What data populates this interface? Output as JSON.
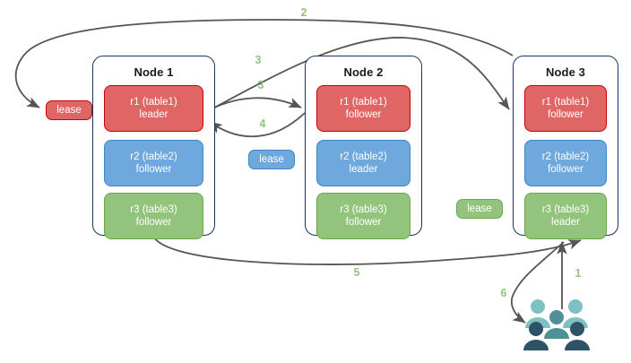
{
  "diagram": {
    "title": "Distributed database lease / replica routing diagram",
    "colors": {
      "replica_red": "#e06666",
      "replica_red_border": "#cc0000",
      "replica_blue": "#6fa8dc",
      "replica_blue_border": "#3d85c6",
      "replica_green": "#93c47d",
      "replica_green_border": "#6aa84f",
      "node_border": "#16365c",
      "arrow": "#555555",
      "step_label": "#93c47d",
      "people_back": "#7fc0c3",
      "people_mid": "#4f8f96",
      "people_front": "#2e5266"
    }
  },
  "nodes": [
    {
      "name": "Node 1",
      "replicas": [
        {
          "line1": "r1 (table1)",
          "line2": "leader",
          "color": "red"
        },
        {
          "line1": "r2 (table2)",
          "line2": "follower",
          "color": "blue"
        },
        {
          "line1": "r3 (table3)",
          "line2": "follower",
          "color": "green"
        }
      ]
    },
    {
      "name": "Node 2",
      "replicas": [
        {
          "line1": "r1 (table1)",
          "line2": "follower",
          "color": "red"
        },
        {
          "line1": "r2 (table2)",
          "line2": "leader",
          "color": "blue"
        },
        {
          "line1": "r3 (table3)",
          "line2": "follower",
          "color": "green"
        }
      ]
    },
    {
      "name": "Node 3",
      "replicas": [
        {
          "line1": "r1 (table1)",
          "line2": "follower",
          "color": "red"
        },
        {
          "line1": "r2 (table2)",
          "line2": "follower",
          "color": "blue"
        },
        {
          "line1": "r3 (table3)",
          "line2": "leader",
          "color": "green"
        }
      ]
    }
  ],
  "leases": [
    {
      "label": "lease",
      "color": "red"
    },
    {
      "label": "lease",
      "color": "blue"
    },
    {
      "label": "lease",
      "color": "green"
    }
  ],
  "steps": [
    {
      "id": "1",
      "label": "1"
    },
    {
      "id": "2",
      "label": "2"
    },
    {
      "id": "3a",
      "label": "3"
    },
    {
      "id": "3b",
      "label": "3"
    },
    {
      "id": "4",
      "label": "4"
    },
    {
      "id": "5",
      "label": "5"
    },
    {
      "id": "6",
      "label": "6"
    }
  ],
  "actors": {
    "clients_icon": "people-group-icon"
  }
}
